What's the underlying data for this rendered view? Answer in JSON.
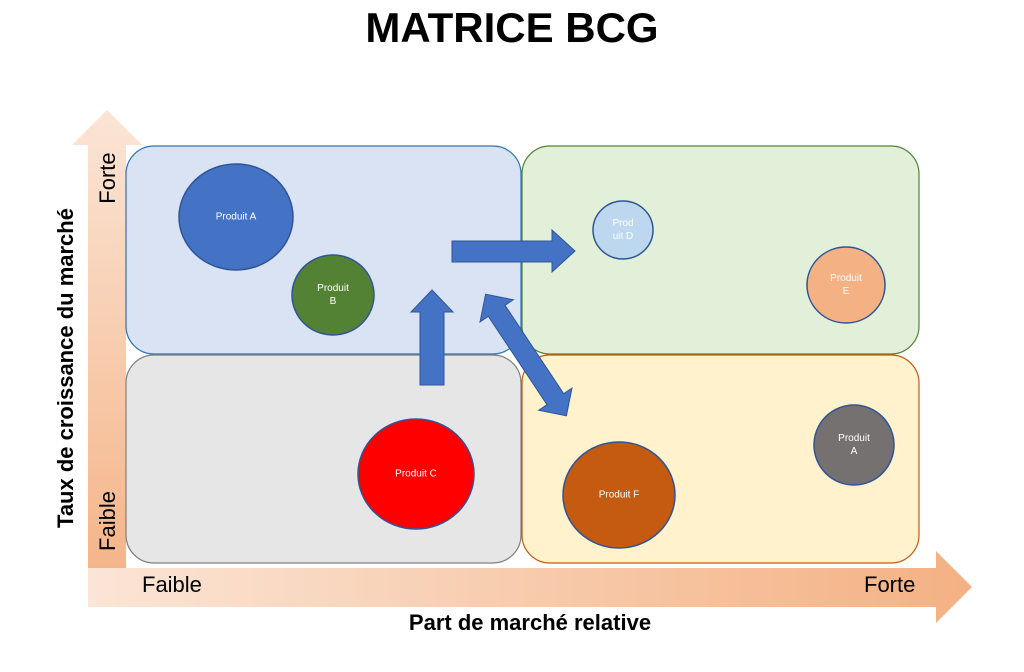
{
  "title": "MATRICE BCG",
  "y_axis": {
    "title": "Taux de croissance du marché",
    "high_label": "Forte",
    "low_label": "Faible"
  },
  "x_axis": {
    "title": "Part de marché relative",
    "low_label": "Faible",
    "high_label": "Forte"
  },
  "quadrants": [
    {
      "id": "top-left",
      "fill": "#dae3f3",
      "stroke": "#2e75b6"
    },
    {
      "id": "top-right",
      "fill": "#e2f0d9",
      "stroke": "#548235"
    },
    {
      "id": "bottom-left",
      "fill": "#e7e6e6",
      "stroke": "#7f7f7f"
    },
    {
      "id": "bottom-right",
      "fill": "#fff2cc",
      "stroke": "#c55a11"
    }
  ],
  "bubbles": [
    {
      "label": "Produit A",
      "color": "#4472c4"
    },
    {
      "label": "Produit\nB",
      "color": "#548235"
    },
    {
      "label": "Prod\nuit D",
      "color": "#bdd7ee"
    },
    {
      "label": "Produit\nE",
      "color": "#f4b183"
    },
    {
      "label": "Produit C",
      "color": "#ff0000"
    },
    {
      "label": "Produit\nA",
      "color": "#767171"
    },
    {
      "label": "Produit F",
      "color": "#c55a11"
    }
  ],
  "colors": {
    "arrow": "#4472c4",
    "axis_gradient_start": "#fbe5d6",
    "axis_gradient_end": "#f4b183"
  }
}
